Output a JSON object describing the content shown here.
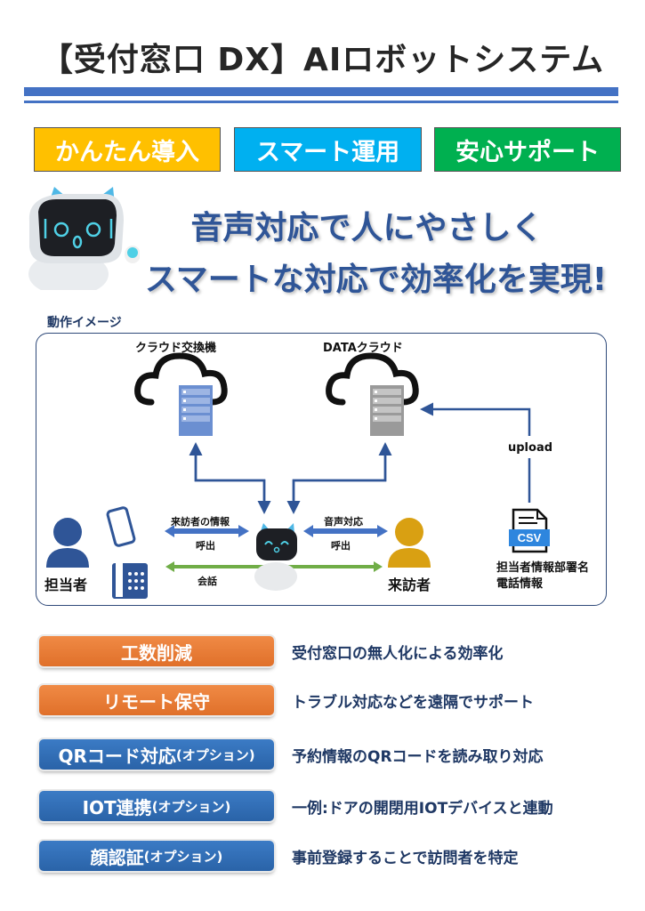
{
  "header": {
    "title": "【受付窓口 DX】AIロボットシステム"
  },
  "tags": [
    {
      "label": "かんたん導入",
      "color": "#ffc000"
    },
    {
      "label": "スマート運用",
      "color": "#00b0f0"
    },
    {
      "label": "安心サポート",
      "color": "#00b050"
    }
  ],
  "headline": {
    "line1": "音声対応で人にやさしく",
    "line2": "スマートな対応で効率化を実現!"
  },
  "diagram": {
    "section_label": "動作イメージ",
    "cloud_exchange": "クラウド交換機",
    "data_cloud": "DATAクラウド",
    "upload": "upload",
    "visitor_info": "来訪者の情報",
    "call_left": "呼出",
    "conversation": "会話",
    "voice_response": "音声対応",
    "call_right": "呼出",
    "staff": "担当者",
    "visitor": "来訪者",
    "csv_badge": "CSV",
    "csv_line1": "担当者情報部署名",
    "csv_line2": "電話情報"
  },
  "features": [
    {
      "label": "工数削減",
      "option": "",
      "desc": "受付窓口の無人化による効率化",
      "style": "orange"
    },
    {
      "label": "リモート保守",
      "option": "",
      "desc": "トラブル対応などを遠隔でサポート",
      "style": "orange"
    },
    {
      "label": "QRコード対応",
      "option": "(オプション)",
      "desc": "予約情報のQRコードを読み取り対応",
      "style": "blue"
    },
    {
      "label": "IOT連携",
      "option": "(オプション)",
      "desc": "一例:ドアの開閉用IOTデバイスと連動",
      "style": "blue"
    },
    {
      "label": "顔認証",
      "option": "(オプション)",
      "desc": "事前登録することで訪問者を特定",
      "style": "blue"
    }
  ],
  "colors": {
    "accent_blue": "#4472c4",
    "headline_blue": "#2f5597",
    "arrow_blue": "#4472c4",
    "arrow_green": "#70ad47",
    "visitor_gold": "#d9a012",
    "staff_blue": "#2f5597",
    "orange_button": "#e87a35",
    "blue_button": "#2e6bb0"
  }
}
